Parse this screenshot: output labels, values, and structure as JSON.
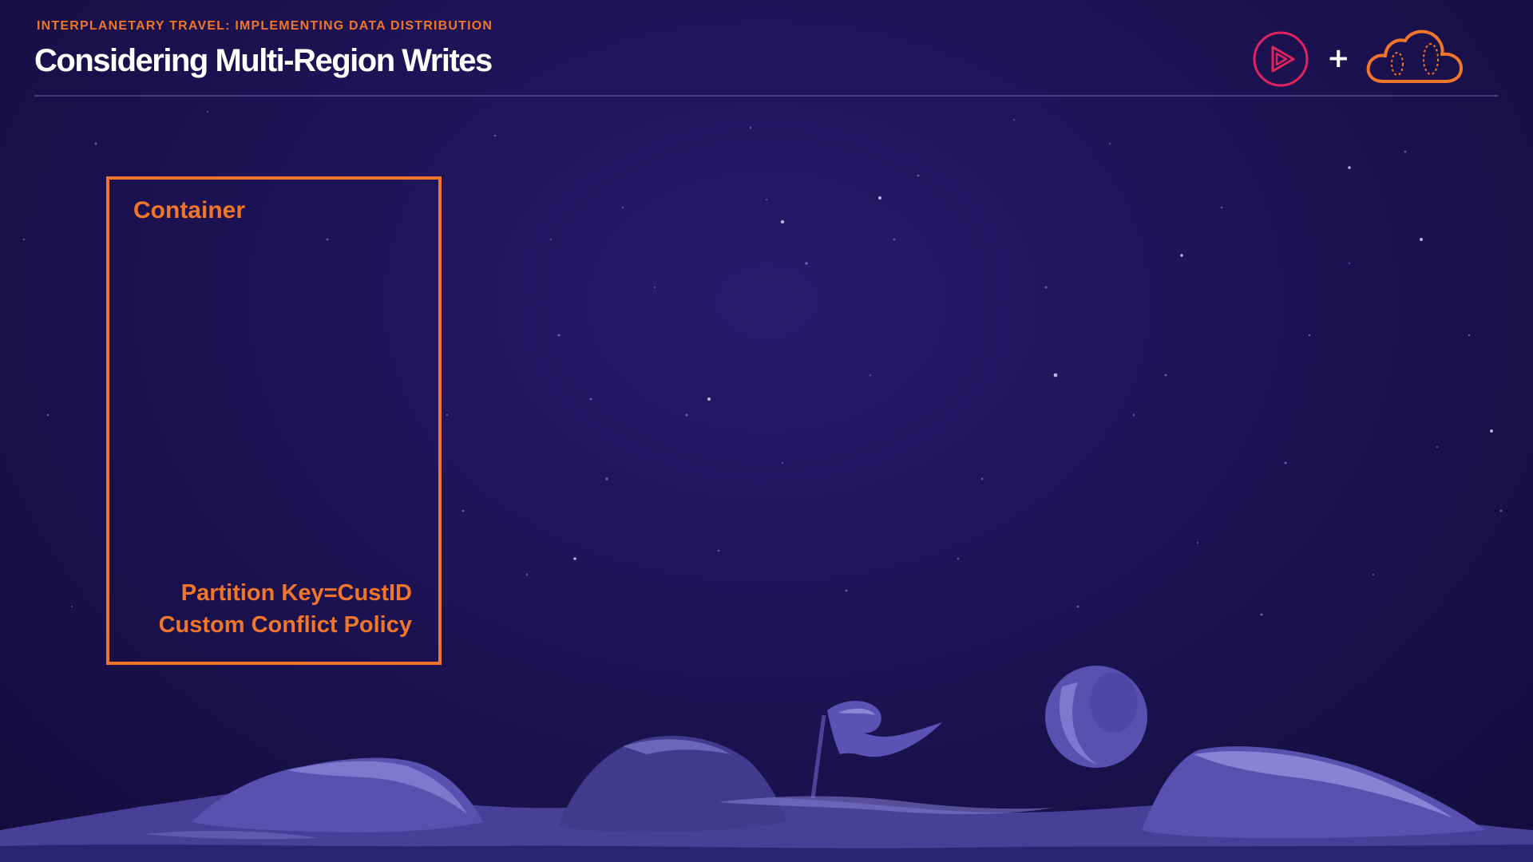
{
  "header": {
    "subtitle": "INTERPLANETARY TRAVEL: IMPLEMENTING DATA DISTRIBUTION",
    "title": "Considering Multi-Region Writes"
  },
  "logos": {
    "left_icon": "play-icon",
    "separator": "+",
    "right_icon": "cloud-icon"
  },
  "container": {
    "label": "Container",
    "partition_key": "Partition Key=CustID",
    "conflict_policy": "Custom Conflict Policy"
  },
  "colors": {
    "accent": "#f0762b",
    "play_logo": "#e0245e",
    "background": "#1e1355",
    "title": "#ffffff"
  }
}
